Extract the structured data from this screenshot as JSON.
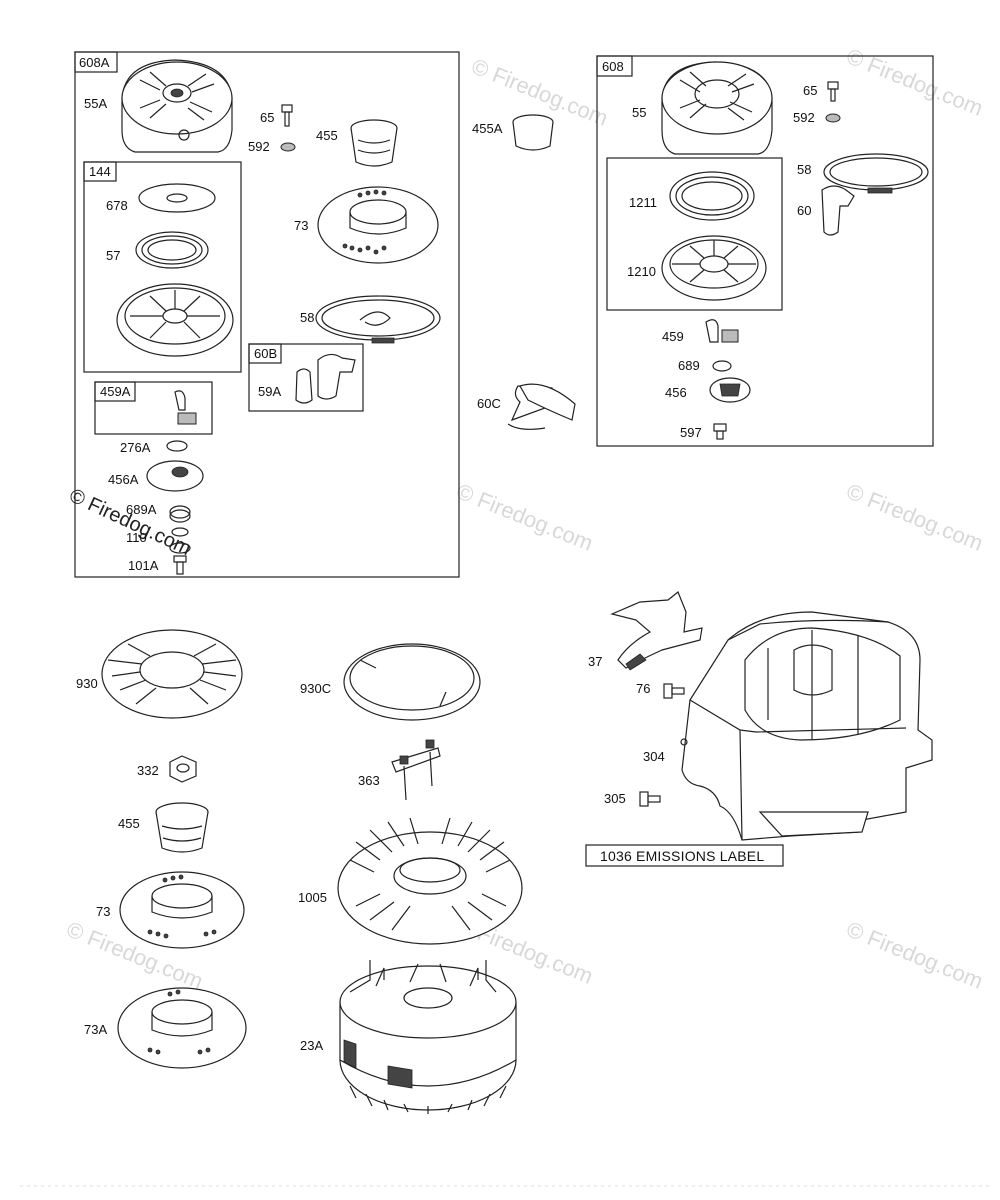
{
  "watermark_text": "© Firedog.com",
  "groups": {
    "g608A": "608A",
    "g144": "144",
    "g459A": "459A",
    "g60B": "60B",
    "g608": "608"
  },
  "labels": {
    "p55A": "55A",
    "p65a": "65",
    "p592a": "592",
    "p455a": "455",
    "p678": "678",
    "p57": "57",
    "p73a": "73",
    "p58a": "58",
    "p59A": "59A",
    "p276A": "276A",
    "p456A": "456A",
    "p689A": "689A",
    "p110": "110",
    "p101A": "101A",
    "p455A": "455A",
    "p60C": "60C",
    "p55": "55",
    "p65b": "65",
    "p592b": "592",
    "p1211": "1211",
    "p1210": "1210",
    "p58b": "58",
    "p60": "60",
    "p459": "459",
    "p689": "689",
    "p456": "456",
    "p597": "597",
    "p930": "930",
    "p930C": "930C",
    "p332": "332",
    "p363": "363",
    "p455b": "455",
    "p73b": "73",
    "p1005": "1005",
    "p73A": "73A",
    "p23A": "23A",
    "p37": "37",
    "p76": "76",
    "p304": "304",
    "p305": "305"
  },
  "emissions_label": "1036 EMISSIONS LABEL"
}
